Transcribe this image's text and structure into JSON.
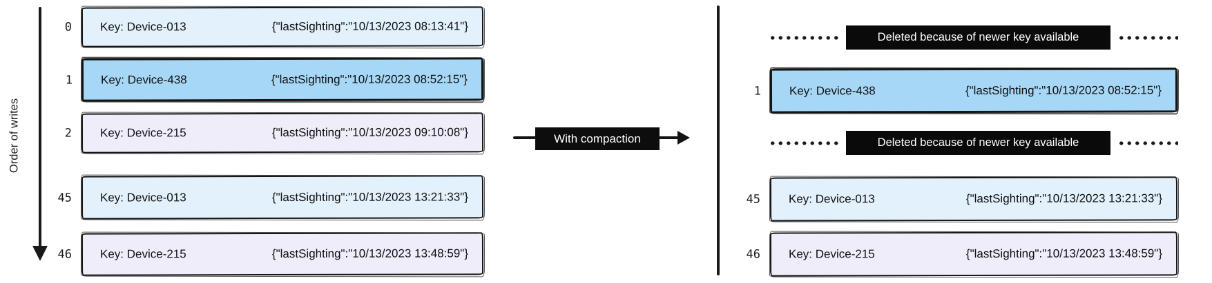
{
  "axis": {
    "label": "Order of writes"
  },
  "compaction_arrow": {
    "label": "With compaction"
  },
  "left_log": {
    "records": [
      {
        "index": "0",
        "key": "Key: Device-013",
        "value": "{\"lastSighting\":\"10/13/2023 08:13:41\"}",
        "color": "light_blue"
      },
      {
        "index": "1",
        "key": "Key: Device-438",
        "value": "{\"lastSighting\":\"10/13/2023 08:52:15\"}",
        "color": "medium_blue"
      },
      {
        "index": "2",
        "key": "Key: Device-215",
        "value": "{\"lastSighting\":\"10/13/2023 09:10:08\"}",
        "color": "lavender"
      },
      {
        "index": "45",
        "key": "Key: Device-013",
        "value": "{\"lastSighting\":\"10/13/2023 13:21:33\"}",
        "color": "light_blue"
      },
      {
        "index": "46",
        "key": "Key: Device-215",
        "value": "{\"lastSighting\":\"10/13/2023 13:48:59\"}",
        "color": "lavender"
      }
    ]
  },
  "right_log": {
    "deleted_notices": [
      {
        "label": "Deleted because of newer key available"
      },
      {
        "label": "Deleted because of newer key available"
      }
    ],
    "records": [
      {
        "index": "1",
        "key": "Key: Device-438",
        "value": "{\"lastSighting\":\"10/13/2023 08:52:15\"}",
        "color": "medium_blue"
      },
      {
        "index": "45",
        "key": "Key: Device-013",
        "value": "{\"lastSighting\":\"10/13/2023 13:21:33\"}",
        "color": "light_blue"
      },
      {
        "index": "46",
        "key": "Key: Device-215",
        "value": "{\"lastSighting\":\"10/13/2023 13:48:59\"}",
        "color": "lavender"
      }
    ]
  },
  "colors": {
    "record_light_blue": "#e2f1fb",
    "record_medium_blue": "#a6d7f6",
    "record_lavender": "#f0edfa",
    "label_black": "#0d0d0d",
    "stroke_black": "#151515"
  }
}
